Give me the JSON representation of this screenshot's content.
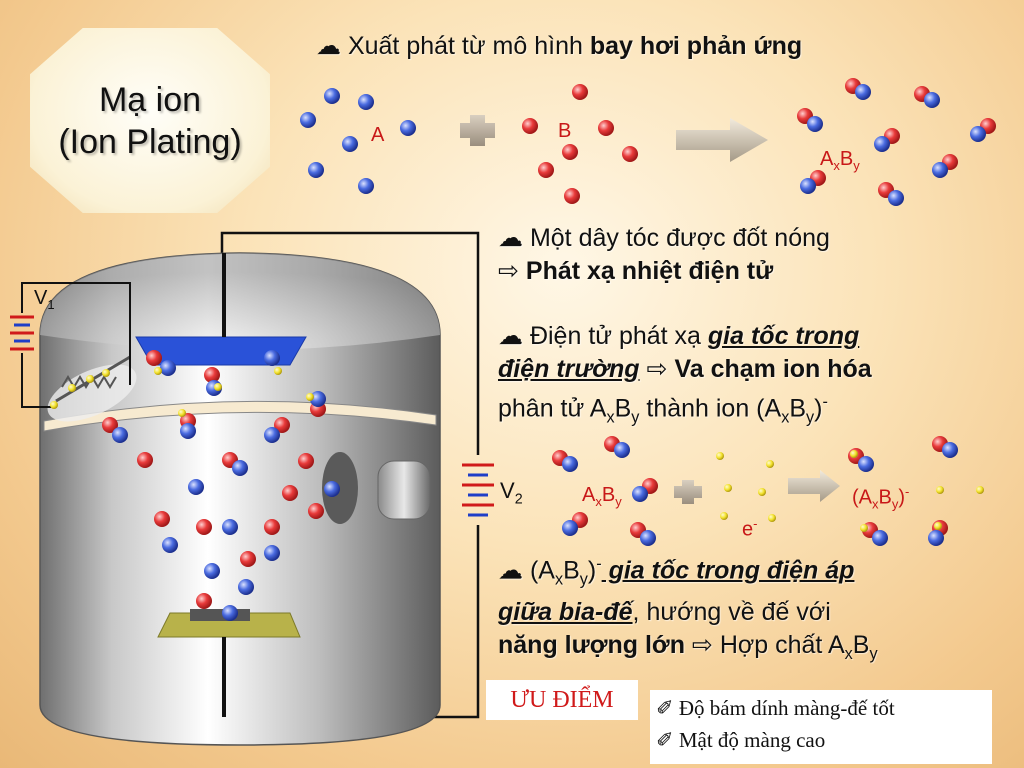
{
  "title": {
    "line1": "Mạ ion",
    "line2": "(Ion Plating)"
  },
  "bullet_glyph": "☁",
  "arrow_glyph": "⇨",
  "b1": {
    "text": "Xuất phát từ mô hình ",
    "bold": "bay hơi phản ứng"
  },
  "reaction1": {
    "a": "A",
    "b": "B",
    "prod_main1": "A",
    "prod_sub1": "x",
    "prod_main2": "B",
    "prod_sub2": "y"
  },
  "b2": {
    "line1": "Một dây tóc được đốt nóng",
    "line2": "Phát xạ nhiệt điện tử"
  },
  "b3": {
    "t1": "Điện tử phát xạ ",
    "u1": "gia tốc trong",
    "u2": "điện trường",
    "bold": "Va chạm ion hóa",
    "t2": "phân tử A",
    "s1": "x",
    "t3": "B",
    "s2": "y",
    "t4": " thành ion (A",
    "s3": "x",
    "t5": "B",
    "s4": "y",
    "t6": ")",
    "sup": "-"
  },
  "reaction2": {
    "r1": "A",
    "r1s": "x",
    "r2": "B",
    "r2s": "y",
    "e": "e",
    "esup": "-",
    "p1": "(A",
    "p1s": "x",
    "p2": "B",
    "p2s": "y",
    "p3": ")",
    "psup": "-"
  },
  "b4": {
    "t1": "(A",
    "s1": "x",
    "t2": "B",
    "s2": "y",
    "t3": ")",
    "sup": "-",
    "u1": " gia tốc trong điện áp",
    "u2": "giữa bia-đế",
    "t4": ", hướng về đế với",
    "bold": "năng lượng lớn",
    "t5": " Hợp chất A",
    "s3": "x",
    "t6": "B",
    "s4": "y"
  },
  "v1": {
    "main": "V",
    "sub": "1"
  },
  "v2": {
    "main": "V",
    "sub": "2"
  },
  "advantages": {
    "title": "ƯU ĐIỂM",
    "check_glyph": "✐",
    "items": [
      "Độ bám dính màng-đế tốt",
      "Mật độ màng cao"
    ]
  },
  "colors": {
    "ion_red": "#e83a3a",
    "ion_blue": "#4a6be0",
    "electron": "#f2e12a",
    "target": "#2a52d8",
    "substrate": "#b8b24a"
  }
}
